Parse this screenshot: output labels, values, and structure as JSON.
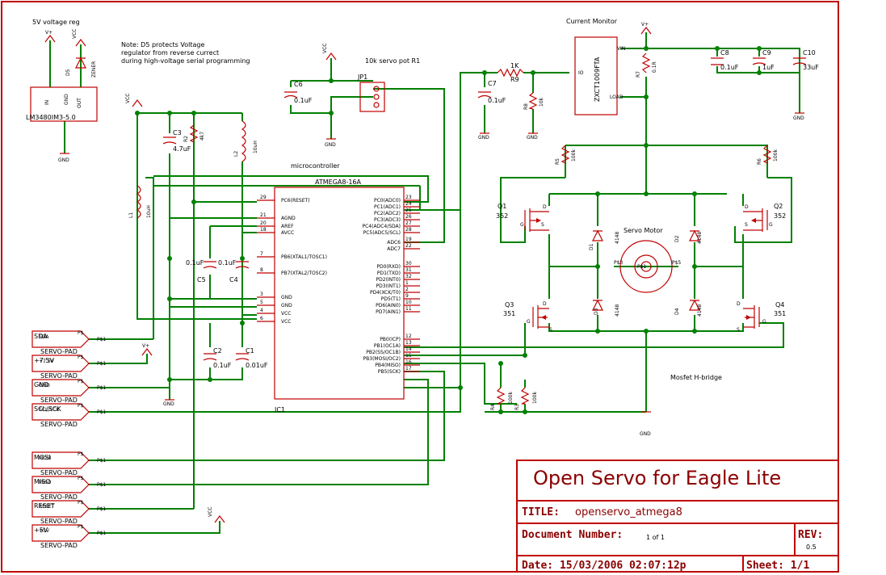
{
  "notes": {
    "vreg_title": "5V voltage reg",
    "d5_note": [
      "Note: D5 protects Voltage",
      "regulator from reverse currect",
      "during high-voltage serial programming"
    ],
    "pot_title": "10k servo pot R1",
    "current_monitor": "Current Monitor",
    "microcontroller": "microcontroller",
    "servo_motor": "Servo Motor",
    "hbridge": "Mosfet H-bridge",
    "ic1": "IC1"
  },
  "power": {
    "vplus": "V+",
    "vcc": "VCC",
    "gnd": "GND"
  },
  "parts": {
    "reg": "LM3480IM3-5.0",
    "reg_in": "IN",
    "reg_out": "OUT",
    "reg_gnd": "GND",
    "d5": "D5",
    "zener": "ZENER",
    "c6": "C6",
    "c6v": "0.1uF",
    "jp1": "JP1",
    "c7": "C7",
    "c7v": "0.1uF",
    "r9": "R9",
    "r9v": "1K",
    "r8": "R8",
    "r8v": "10k",
    "zxct": "ZXCT1009FTA",
    "zx_vin": "VIN",
    "zx_io": "IO",
    "zx_load": "LOAD",
    "r7": "R7",
    "r7v": "0.1R",
    "c8": "C8",
    "c8v": "0.1uF",
    "c9": "C9",
    "c9v": "1uF",
    "c10": "C10",
    "c10v": "33uF",
    "c3": "C3",
    "c3v": "4.7uF",
    "r2": "R2",
    "r2v": "4k7",
    "l2": "L2",
    "l2v": "10uH",
    "l1": "L1",
    "l1v": "10uH",
    "c5": "C5",
    "c5v": "0.1uF",
    "c4": "C4",
    "c4v": "0.1uF",
    "c2": "C2",
    "c2v": "0.1uF",
    "c1": "C1",
    "c1v": "0.01uF",
    "r4": "R4",
    "r4v": "100k",
    "r3": "R3",
    "r3v": "100k",
    "r5": "R5",
    "r5v": "100k",
    "r6": "R6",
    "r6v": "100k",
    "q1": "Q1",
    "q1v": "352",
    "q2": "Q2",
    "q2v": "352",
    "q3": "Q3",
    "q3v": "351",
    "q4": "Q4",
    "q4v": "351",
    "d1": "D1",
    "d2": "D2",
    "d3": "D3",
    "d4": "D4",
    "dv": "4148",
    "motor_p1": "P$1",
    "motor_p2": "P$2",
    "motor_p3": "P$3",
    "motor_p4": "P$5",
    "fet_d": "D",
    "fet_g": "G",
    "fet_s": "S"
  },
  "mcu": {
    "name": "ATMEGA8-16A",
    "left_pins": [
      {
        "num": "29",
        "name": "PC6(RESET)"
      },
      {
        "num": "21",
        "name": "AGND"
      },
      {
        "num": "20",
        "name": "AREF"
      },
      {
        "num": "18",
        "name": "AVCC"
      },
      {
        "num": "7",
        "name": "PB6(XTAL1/TOSC1)"
      },
      {
        "num": "8",
        "name": "PB7(XTAL2/TOSC2)"
      },
      {
        "num": "3",
        "name": "GND"
      },
      {
        "num": "5",
        "name": "GND"
      },
      {
        "num": "4",
        "name": "VCC"
      },
      {
        "num": "6",
        "name": "VCC"
      }
    ],
    "right_pins": [
      {
        "num": "23",
        "name": "PC0(ADC0)"
      },
      {
        "num": "24",
        "name": "PC1(ADC1)"
      },
      {
        "num": "25",
        "name": "PC2(ADC2)"
      },
      {
        "num": "26",
        "name": "PC3(ADC3)"
      },
      {
        "num": "27",
        "name": "PC4(ADC4/SDA)"
      },
      {
        "num": "28",
        "name": "PC5(ADC5/SCL)"
      },
      {
        "num": "19",
        "name": "ADC6"
      },
      {
        "num": "22",
        "name": "ADC7"
      },
      {
        "num": "30",
        "name": "PD0(RXD)"
      },
      {
        "num": "31",
        "name": "PD1(TXD)"
      },
      {
        "num": "32",
        "name": "PD2(INT0)"
      },
      {
        "num": "1",
        "name": "PD3(INT1)"
      },
      {
        "num": "2",
        "name": "PD4(XCK/T0)"
      },
      {
        "num": "9",
        "name": "PD5(T1)"
      },
      {
        "num": "10",
        "name": "PD6(AIN0)"
      },
      {
        "num": "11",
        "name": "PD7(AIN1)"
      },
      {
        "num": "12",
        "name": "PB0(ICP)"
      },
      {
        "num": "13",
        "name": "PB1(OC1A)"
      },
      {
        "num": "14",
        "name": "PB2(SS/OC1B)"
      },
      {
        "num": "15",
        "name": "PB3(MOSI/OC2)"
      },
      {
        "num": "16",
        "name": "PB4(MISO)"
      },
      {
        "num": "17",
        "name": "PB5(SCK)"
      }
    ]
  },
  "pads": [
    {
      "label": "SDA",
      "name": "SDA"
    },
    {
      "label": "+7.5V",
      "name": "+7.5V"
    },
    {
      "label": "GND",
      "name": "GND"
    },
    {
      "label": "SCL/SCK",
      "name": "SCL/SCK"
    },
    {
      "label": "MOSI",
      "name": "MOSI"
    },
    {
      "label": "MISO",
      "name": "MISO"
    },
    {
      "label": "RESET",
      "name": "RESET"
    },
    {
      "label": "+5V",
      "name": "+5V"
    }
  ],
  "pad_type": "SERVO-PAD",
  "pad_pin": "P$1",
  "pad_p": "P$",
  "title_block": {
    "heading": "Open Servo for Eagle Lite",
    "title_label": "TITLE:",
    "title_value": "openservo_atmega8",
    "docnum_label": "Document Number:",
    "docnum_value": "1 of 1",
    "rev_label": "REV:",
    "rev_value": "0.5",
    "date": "Date: 15/03/2006 02:07:12p",
    "sheet": "Sheet: 1/1"
  }
}
